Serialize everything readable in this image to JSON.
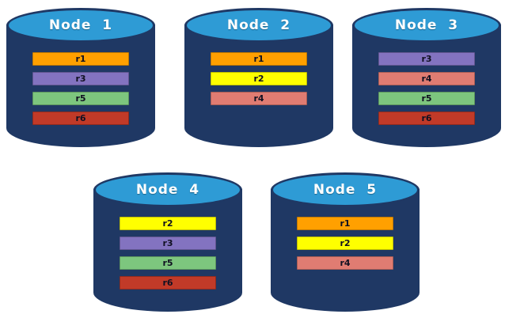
{
  "diagram": {
    "colors": {
      "cylinder_body": "#1F3864",
      "cylinder_top": "#2E9BD5",
      "title_text": "#FFFFFF"
    },
    "nodes": [
      {
        "title": "Node  1",
        "records": [
          {
            "label": "r1",
            "color": "#FFA000"
          },
          {
            "label": "r3",
            "color": "#8373C0"
          },
          {
            "label": "r5",
            "color": "#7DC67E"
          },
          {
            "label": "r6",
            "color": "#C13A28"
          }
        ]
      },
      {
        "title": "Node  2",
        "records": [
          {
            "label": "r1",
            "color": "#FFA000"
          },
          {
            "label": "r2",
            "color": "#FFFF00"
          },
          {
            "label": "r4",
            "color": "#E07C72"
          }
        ]
      },
      {
        "title": "Node  3",
        "records": [
          {
            "label": "r3",
            "color": "#8373C0"
          },
          {
            "label": "r4",
            "color": "#E07C72"
          },
          {
            "label": "r5",
            "color": "#7DC67E"
          },
          {
            "label": "r6",
            "color": "#C13A28"
          }
        ]
      },
      {
        "title": "Node  4",
        "records": [
          {
            "label": "r2",
            "color": "#FFFF00"
          },
          {
            "label": "r3",
            "color": "#8373C0"
          },
          {
            "label": "r5",
            "color": "#7DC67E"
          },
          {
            "label": "r6",
            "color": "#C13A28"
          }
        ]
      },
      {
        "title": "Node  5",
        "records": [
          {
            "label": "r1",
            "color": "#FFA000"
          },
          {
            "label": "r2",
            "color": "#FFFF00"
          },
          {
            "label": "r4",
            "color": "#E07C72"
          }
        ]
      }
    ]
  }
}
